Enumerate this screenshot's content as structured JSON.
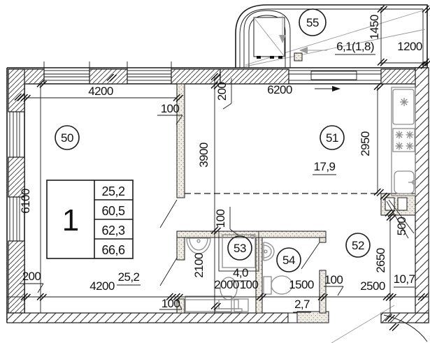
{
  "plan": {
    "unit_table": {
      "unit_number": "1",
      "values": [
        "25,2",
        "60,5",
        "62,3",
        "66,6"
      ]
    },
    "rooms": [
      {
        "id": "50",
        "area": "25,2"
      },
      {
        "id": "51",
        "area": "17,9"
      },
      {
        "id": "52",
        "area": "10,7"
      },
      {
        "id": "53",
        "area": "4,0"
      },
      {
        "id": "54",
        "area": "2,7"
      },
      {
        "id": "55",
        "area": "6,1(1,8)"
      }
    ],
    "dims": {
      "top_4200": "4200",
      "top_100": "100",
      "top_200": "200",
      "h_3900": "3900",
      "top_6200": "6200",
      "kitchen_2950": "2950",
      "left_6100": "6100",
      "bl_200": "200",
      "bottom_4200": "4200",
      "bottom_100": "100",
      "mid_100": "100",
      "bath_2100": "2100",
      "bath_2000": "2000",
      "a_100": "100",
      "wc_1500": "1500",
      "b_100": "100",
      "hall_2500": "2500",
      "hall_2650": "2650",
      "shaft_500": "500",
      "balc_1450": "1450",
      "balc_1200": "1200"
    }
  }
}
